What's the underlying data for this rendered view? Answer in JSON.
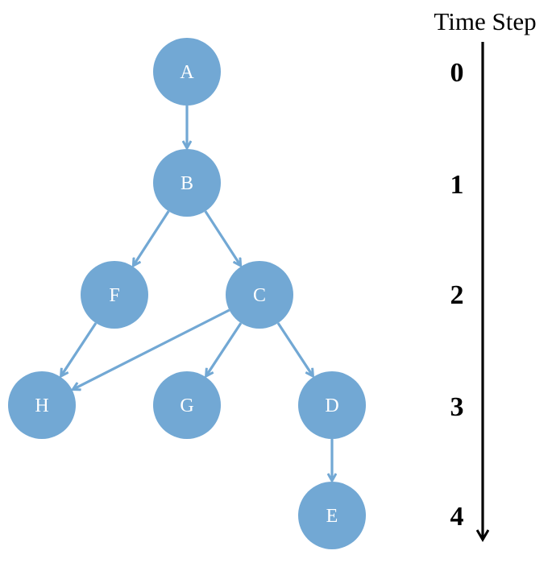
{
  "diagram": {
    "title": "Time Step",
    "nodes": [
      {
        "id": "A",
        "label": "A"
      },
      {
        "id": "B",
        "label": "B"
      },
      {
        "id": "C",
        "label": "C"
      },
      {
        "id": "D",
        "label": "D"
      },
      {
        "id": "E",
        "label": "E"
      },
      {
        "id": "F",
        "label": "F"
      },
      {
        "id": "G",
        "label": "G"
      },
      {
        "id": "H",
        "label": "H"
      }
    ],
    "edges": [
      {
        "from": "A",
        "to": "B"
      },
      {
        "from": "B",
        "to": "F"
      },
      {
        "from": "B",
        "to": "C"
      },
      {
        "from": "F",
        "to": "H"
      },
      {
        "from": "C",
        "to": "H"
      },
      {
        "from": "C",
        "to": "G"
      },
      {
        "from": "C",
        "to": "D"
      },
      {
        "from": "D",
        "to": "E"
      }
    ],
    "time_steps": [
      "0",
      "1",
      "2",
      "3",
      "4"
    ],
    "colors": {
      "node_fill": "#72a8d4",
      "node_text": "#ffffff",
      "edge": "#72a8d4",
      "axis": "#000000"
    }
  }
}
